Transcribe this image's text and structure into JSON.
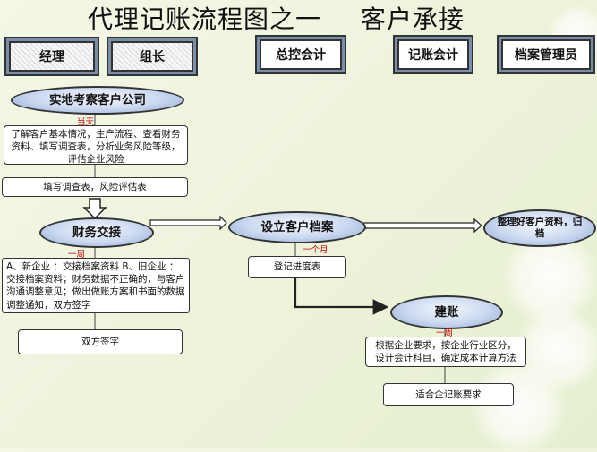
{
  "title": {
    "main": "代理记账流程图之一",
    "sub": "客户承接"
  },
  "roles": [
    "经理",
    "组长",
    "总控会计",
    "记账会计",
    "档案管理员"
  ],
  "stage1": {
    "title": "实地考察客户公司",
    "timing": "当天",
    "desc": "了解客户基本情况，生产流程、查看财务资料、填写调查表，分析业务风险等级，评估企业风险",
    "form": "填写调查表，风险评估表"
  },
  "stage2": {
    "title": "财务交接",
    "timing": "一周",
    "desc": "A、新企业 ：交接档案资料 B、旧企业 ：交接档案资料；财务数据不正确的，与客户沟通调整意见；做出做账方案和书面的数据调整通知，双方签字",
    "sign": "双方签字"
  },
  "stage3": {
    "title": "设立客户档案",
    "timing": "一个月",
    "form": "登记进度表"
  },
  "stage4": {
    "title": "整理好客户资料，归档"
  },
  "stage5": {
    "title": "建账",
    "timing": "一周",
    "desc": "根据企业要求，按企业行业区分，设计会计科目，确定成本计算方法",
    "form": "适合企记账要求"
  },
  "colors": {
    "ellipse": "#c9d7ef",
    "timing_text": "#c00000",
    "role_border": "#333333"
  }
}
